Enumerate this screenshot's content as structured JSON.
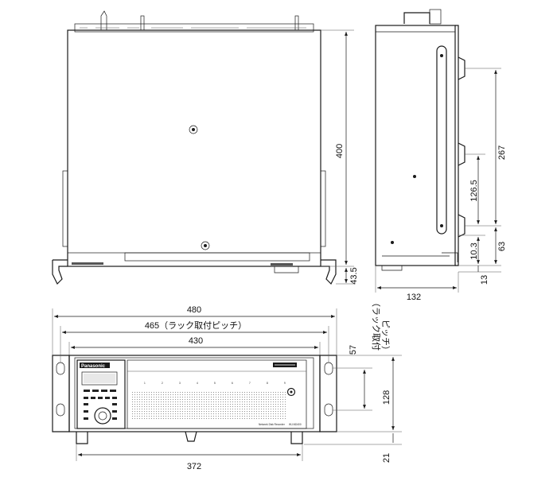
{
  "dimensions": {
    "top_depth": "400",
    "top_foot": "43.5",
    "side_267": "267",
    "side_126_5": "126.5",
    "side_10_3": "10.3",
    "side_63": "63",
    "side_13": "13",
    "side_width": "132",
    "front_480": "480",
    "front_465_pitch": "465（ラック取付ピッチ）",
    "front_430": "430",
    "front_57": "57",
    "rack_pitch_line1": "（ラック取付",
    "rack_pitch_line2": "ピッチ）",
    "front_128": "128",
    "front_21": "21",
    "front_372": "372"
  },
  "front_panel": {
    "brand": "Panasonic",
    "slot_numbers": [
      "1",
      "2",
      "3",
      "4",
      "5",
      "6",
      "7",
      "8",
      "9"
    ],
    "model_caption": "Network Disk Recorder",
    "model_code": "WJ-ND400"
  }
}
